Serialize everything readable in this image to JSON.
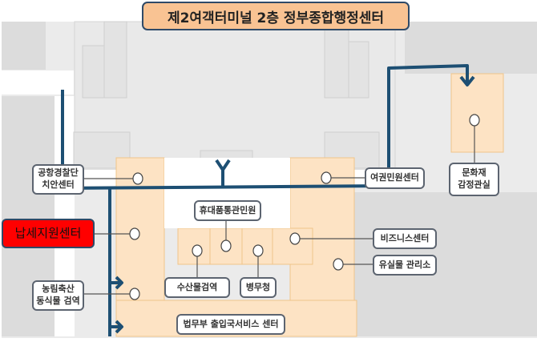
{
  "title": "제2여객터미널 2층 정부종합행정센터",
  "labels": {
    "police": [
      "공항경찰단",
      "치안센터"
    ],
    "tax": "납세지원센터",
    "quarantine": [
      "농림축산",
      "동식물 검역"
    ],
    "customs": "휴대품통관민원",
    "fishery": "수산물검역",
    "military": "병무청",
    "immigration": "법무부 출입국서비스 센터",
    "passport": "여권민원센터",
    "heritage": [
      "문화재",
      "감정관실"
    ],
    "business": "비즈니스센터",
    "lostfound": "유실물 관리소"
  },
  "colors": {
    "route": "#1d4f73",
    "zone": "#fde3c4",
    "highlight": "#ff0000"
  }
}
